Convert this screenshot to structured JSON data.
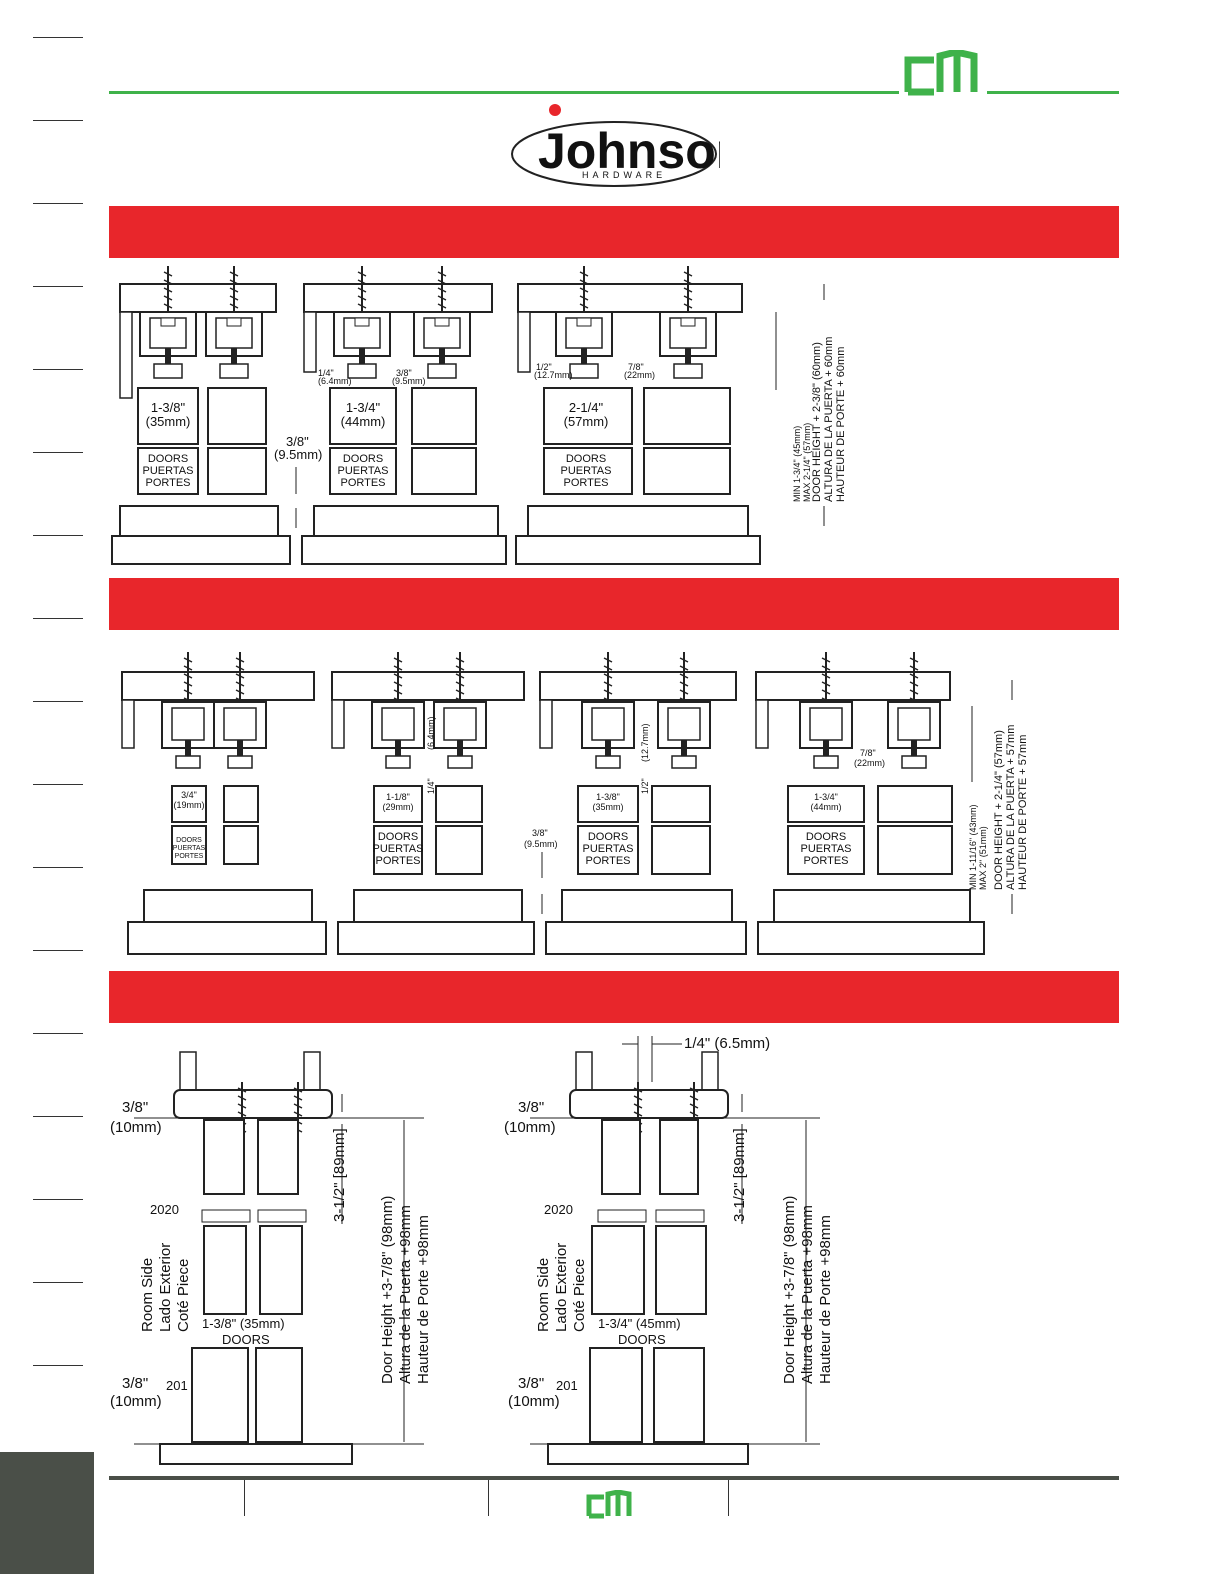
{
  "brand": {
    "logo_name": "Johnson",
    "logo_sub": "HARDWARE",
    "accent_green": "#3fb24a",
    "band_red": "#e8262b",
    "dark_gray": "#4a4f48",
    "cm_logo": "cm-logo-icon"
  },
  "section1": {
    "panels": [
      {
        "size": "1-3/8\"",
        "mm": "(35mm)",
        "gap": "",
        "gap_mm": ""
      },
      {
        "size": "1-3/4\"",
        "mm": "(44mm)",
        "gap": "1/4\"",
        "gap_mm": "(6.4mm)",
        "gap2": "3/8\"",
        "gap2_mm": "(9.5mm)"
      },
      {
        "size": "2-1/4\"",
        "mm": "(57mm)",
        "gap": "1/2\"",
        "gap_mm": "(12.7mm)",
        "gap2": "7/8\"",
        "gap2_mm": "(22mm)"
      }
    ],
    "doors_lines": [
      "DOORS",
      "PUERTAS",
      "PORTES"
    ],
    "floor_gap": "3/8\"",
    "floor_gap_mm": "(9.5mm)",
    "height_note": [
      "DOOR HEIGHT + 2-3/8\" (60mm)",
      "ALTURA DE LA PUERTA + 60mm",
      "HAUTEUR DE PORTE + 60mm"
    ],
    "thickness_note": [
      "MIN 1-3/4\" (45mm)",
      "MAX 2-1/4\" (57mm)"
    ]
  },
  "section2": {
    "panels": [
      {
        "size": "3/4\"",
        "mm": "(19mm)"
      },
      {
        "size": "1-1/8\"",
        "mm": "(29mm)",
        "gap": "1/4\"",
        "gap_mm": "(6.4mm)"
      },
      {
        "size": "1-3/8\"",
        "mm": "(35mm)",
        "gap": "1/2\"",
        "gap_mm": "(12.7mm)"
      },
      {
        "size": "1-3/4\"",
        "mm": "(44mm)",
        "gap": "7/8\"",
        "gap_mm": "(22mm)"
      }
    ],
    "doors_lines": [
      "DOORS",
      "PUERTAS",
      "PORTES"
    ],
    "floor_gap": "3/8\"",
    "floor_gap_mm": "(9.5mm)",
    "height_note": [
      "DOOR HEIGHT + 2-1/4\" (57mm)",
      "ALTURA DE LA PUERTA + 57mm",
      "HAUTEUR DE PORTE + 57mm"
    ],
    "thickness_note": [
      "MIN 1-11/16\" (43mm)",
      "MAX 2\" (51mm)"
    ]
  },
  "section3": {
    "left": {
      "top_gap": "3/8\"",
      "top_gap_mm": "(10mm)",
      "part_top": "2020",
      "drop": "3-1/2\" [89mm]",
      "room_side": [
        "Room Side",
        "Lado Exterior",
        "Coté Piece"
      ],
      "door_size": "1-3/8\" (35mm)",
      "doors": "DOORS",
      "bottom_gap": "3/8\"",
      "bottom_gap_mm": "(10mm)",
      "part_bottom": "201",
      "height": [
        "Door Height +3-7/8\" (98mm)",
        "Altura de la Puerta +98mm",
        "Hauteur de Porte +98mm"
      ]
    },
    "right": {
      "offset": "1/4\" (6.5mm)",
      "top_gap": "3/8\"",
      "top_gap_mm": "(10mm)",
      "part_top": "2020",
      "drop": "3-1/2\" [89mm]",
      "room_side": [
        "Room Side",
        "Lado Exterior",
        "Coté Piece"
      ],
      "door_size": "1-3/4\" (45mm)",
      "doors": "DOORS",
      "bottom_gap": "3/8\"",
      "bottom_gap_mm": "(10mm)",
      "part_bottom": "201",
      "height": [
        "Door Height +3-7/8\" (98mm)",
        "Altura de la Puerta +98mm",
        "Hauteur de Porte +98mm"
      ]
    }
  }
}
